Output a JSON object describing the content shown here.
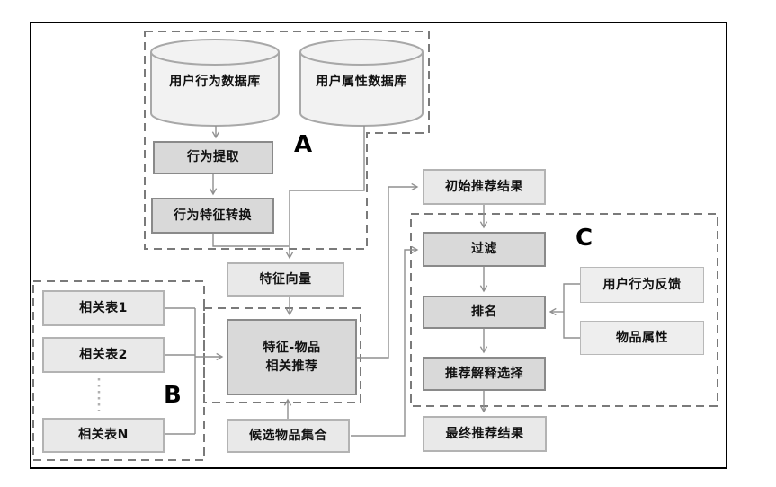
{
  "colors": {
    "background": "#ffffff",
    "frame": "#000000",
    "connector": "#8f8f8f",
    "group_outline": "#7a7a7a",
    "node_dark_fill": "#d9d9d9",
    "node_dark_border": "#8a8a8a",
    "node_light_fill": "#e9e9e9",
    "node_light_border": "#b3b3b3",
    "cylinder_fill": "#f2f2f2",
    "cylinder_border": "#a8a8a8",
    "text": "#111111"
  },
  "groups": {
    "a": {
      "label": "A"
    },
    "b": {
      "label": "B"
    },
    "c": {
      "label": "C"
    }
  },
  "nodes": {
    "user_behavior_db": {
      "label": "用户行为数据库",
      "shape": "cylinder"
    },
    "user_attribute_db": {
      "label": "用户属性数据库",
      "shape": "cylinder"
    },
    "behavior_extraction": {
      "label": "行为提取"
    },
    "behavior_feature_conversion": {
      "label": "行为特征转换"
    },
    "feature_vector": {
      "label": "特征向量"
    },
    "related_table_1": {
      "label": "相关表1"
    },
    "related_table_2": {
      "label": "相关表2"
    },
    "related_table_n": {
      "label": "相关表N"
    },
    "feature_item_recommendation": {
      "label": "特征-物品\n相关推荐"
    },
    "candidate_item_set": {
      "label": "候选物品集合"
    },
    "initial_recommendation_result": {
      "label": "初始推荐结果"
    },
    "filter": {
      "label": "过滤"
    },
    "ranking": {
      "label": "排名"
    },
    "recommendation_explanation_selection": {
      "label": "推荐解释选择"
    },
    "final_recommendation_result": {
      "label": "最终推荐结果"
    },
    "user_behavior_feedback": {
      "label": "用户行为反馈"
    },
    "item_attributes": {
      "label": "物品属性"
    }
  },
  "edges": [
    {
      "from": "user_behavior_db",
      "to": "behavior_extraction"
    },
    {
      "from": "behavior_extraction",
      "to": "behavior_feature_conversion"
    },
    {
      "from": "behavior_feature_conversion",
      "to": "feature_vector"
    },
    {
      "from": "user_attribute_db",
      "to": "feature_vector"
    },
    {
      "from": "feature_vector",
      "to": "feature_item_recommendation"
    },
    {
      "from": "related_table_1",
      "to": "feature_item_recommendation"
    },
    {
      "from": "related_table_2",
      "to": "feature_item_recommendation"
    },
    {
      "from": "related_table_n",
      "to": "feature_item_recommendation"
    },
    {
      "from": "candidate_item_set",
      "to": "feature_item_recommendation"
    },
    {
      "from": "feature_item_recommendation",
      "to": "initial_recommendation_result"
    },
    {
      "from": "initial_recommendation_result",
      "to": "filter"
    },
    {
      "from": "candidate_item_set",
      "to": "filter"
    },
    {
      "from": "filter",
      "to": "ranking"
    },
    {
      "from": "user_behavior_feedback",
      "to": "ranking"
    },
    {
      "from": "item_attributes",
      "to": "ranking"
    },
    {
      "from": "ranking",
      "to": "recommendation_explanation_selection"
    },
    {
      "from": "recommendation_explanation_selection",
      "to": "final_recommendation_result"
    }
  ]
}
